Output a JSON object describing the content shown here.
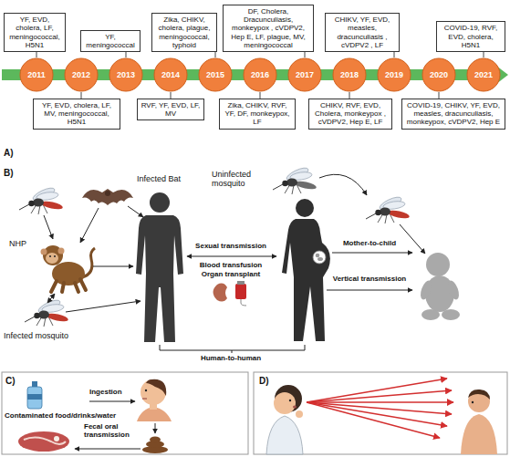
{
  "diagram": {
    "nodes": [
      {
        "text": [
          "YF, EVD, cholera, LF, meningococcal, H5N1"
        ]
      },
      {
        "text": [
          "YF, meningococcal"
        ]
      },
      {
        "text": [
          "Zika, CHIKV, cholera, plague, meningococcal, typhoid"
        ]
      },
      {
        "text": [
          "DF, Cholera, Dracunculiasis, monkeypox , cVDPV2, Hep E, LF, plague, MV, meningococcal"
        ]
      },
      {
        "text": [
          "CHIKV, YF, EVD, measles, dracunculiasis , cVDPV2 , LF"
        ]
      },
      {
        "text": [
          "COVID-19, RVF, EVD, cholera, H5N1"
        ]
      },
      {
        "text": [
          "2011"
        ]
      },
      {
        "text": [
          "2012"
        ]
      },
      {
        "text": [
          "2013"
        ]
      },
      {
        "text": [
          "2014"
        ]
      },
      {
        "text": [
          "2015"
        ]
      },
      {
        "text": [
          "2016"
        ]
      },
      {
        "text": [
          "2017"
        ]
      },
      {
        "text": [
          "2018"
        ]
      },
      {
        "text": [
          "2019"
        ]
      },
      {
        "text": [
          "2020"
        ]
      },
      {
        "text": [
          "2021"
        ]
      },
      {
        "text": [
          "YF, EVD, cholera, LF, MV, meningococcal, H5N1"
        ]
      },
      {
        "text": [
          "RVF, YF, EVD, LF, MV"
        ]
      },
      {
        "text": [
          "Zika, CHIKV, RVF, YF, DF, monkeypox, LF"
        ]
      },
      {
        "text": [
          "CHIKV, RVF, EVD, Cholera, monkeypox , cVDPV2, Hep E, LF"
        ]
      },
      {
        "text": [
          "COVID-19, CHIKV, YF, EVD, measles, dracunculiasis, monkeypox, cVDPV2, Hep E"
        ]
      }
    ],
    "edges": [
      {
        "from": 0,
        "to": 6,
        "arrow": "none"
      },
      {
        "from": 1,
        "to": 8,
        "arrow": "none"
      },
      {
        "from": 2,
        "to": 10,
        "arrow": "none"
      },
      {
        "from": 3,
        "to": 12,
        "arrow": "none"
      },
      {
        "from": 4,
        "to": 14,
        "arrow": "none"
      },
      {
        "from": 5,
        "to": 16,
        "arrow": "none"
      },
      {
        "from": 17,
        "to": 7,
        "arrow": "none"
      },
      {
        "from": 18,
        "to": 9,
        "arrow": "none"
      },
      {
        "from": 19,
        "to": 11,
        "arrow": "none"
      },
      {
        "from": 20,
        "to": 13,
        "arrow": "none"
      },
      {
        "from": 21,
        "to": 15,
        "arrow": "none"
      }
    ],
    "labels": [
      "A)",
      "B)",
      "Infected Bat",
      "Uninfected mosquito",
      "NHP",
      "Sexual transmission",
      "Blood transfusion",
      "Organ transplant",
      "Mother-to-child",
      "Vertical transmission",
      "Infected mosquito",
      "Human-to-human",
      "C)",
      "Contaminated food/drinks/water",
      "Ingestion",
      "Fecal oral transmission",
      "D)"
    ]
  }
}
